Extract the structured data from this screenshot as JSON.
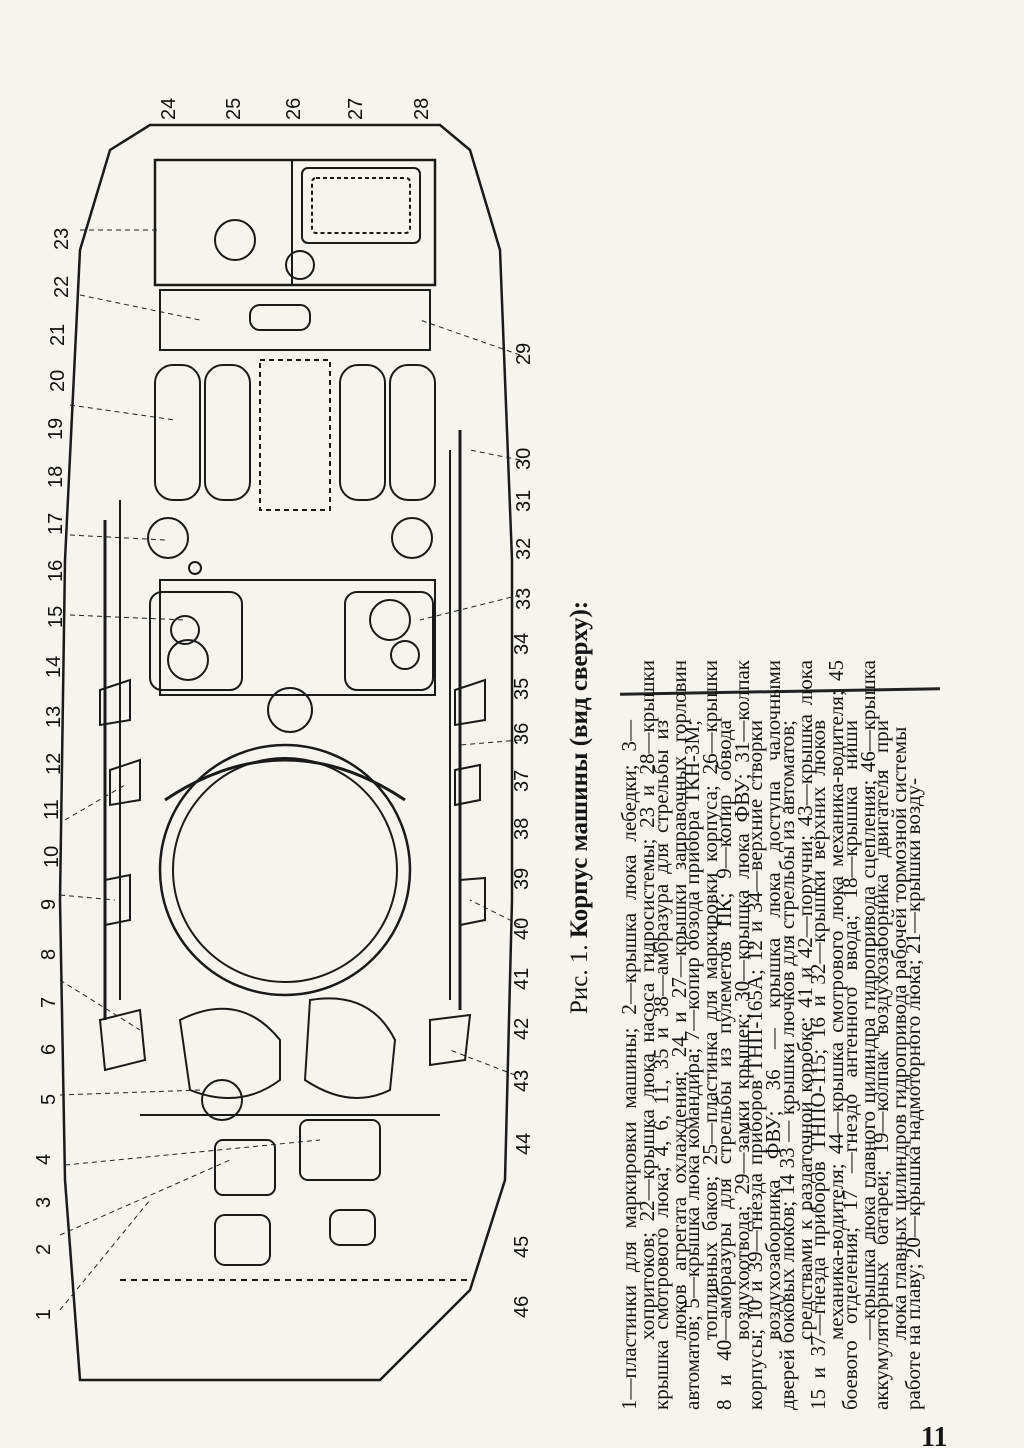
{
  "figure": {
    "title_prefix": "Рис. 1.",
    "title_main": "Корпус машины (вид сверху):",
    "legend_part1": "1—пластинки для маркировки машины; 2—крышка люка лебедки; 3—крышка смотрового люка; 4, 6, 11, 35 и 38—амбразура для стрельбы из автоматов; 5—крышка люка командира; 7—копир обзода прибора ТКН-3М; 8 и 40—амбразуры для стрельбы из пулеметов ПК; 9—копир обвода корпусы; 10 и 39—гнезда приборов ТНП-165А; 12 и 34—верхние створки дверей боковых люков; 14 33 — крышки лючков для стрельбы из автоматов; 15 и 37—гнезда приборов ТНПО-115; 16 и 32—крышки верхних люков боевого отделения; 17 —гнездо антенного ввода; 18—крышка ниши аккумуляторных батарей; 19—колпак воздухозаборника двигателя при работе на плаву; 20—крышка надмоторного люка; 21—крышки возду-",
    "legend_part2": "хопритоков; 22—крышка люка насоса гидросистемы; 23 и 28—крышки люков агрегата охлаждения; 24 и 27—крышки заправочных горловин топливных баков; 25—пластинка для маркировки корпуса; 26—крышки воздухоотвода; 29—замки крышек; 30—крышка люка ФВУ; 31—колпак воздухозаборника ФВУ; 36 — крышка люка доступа чалочными средствами к раздаточной коробке; 41 и 42—поручни; 43—крышка люка механика-водителя; 44—крышка смотрового люка механика-водителя; 45—крышка люка главного цилиндра гидропривода сцепления; 46—крышка люка главных цилиндров гидропривода рабочей тормозной системы",
    "page_number": "11"
  },
  "callouts": {
    "top": [
      "1",
      "2",
      "3",
      "4",
      "5",
      "6",
      "7",
      "8",
      "9",
      "10",
      "11",
      "12",
      "13",
      "14",
      "15",
      "16",
      "17",
      "18",
      "19",
      "20",
      "21",
      "22",
      "23",
      "24",
      "25",
      "26",
      "27",
      "28"
    ],
    "bottom": [
      "46",
      "45",
      "44",
      "43",
      "42",
      "41",
      "40",
      "39",
      "38",
      "37",
      "36",
      "35",
      "34",
      "33",
      "32",
      "31",
      "30",
      "29"
    ]
  },
  "colors": {
    "paper": "#f6f4ee",
    "ink": "#151515"
  }
}
